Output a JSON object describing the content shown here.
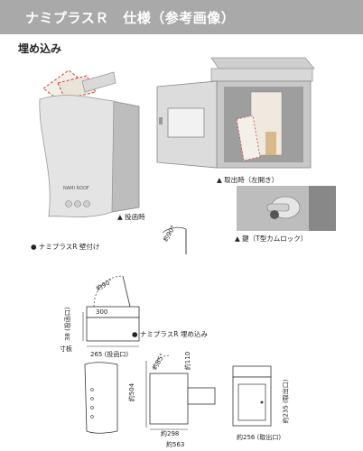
{
  "header": {
    "title": "ナミプラスＲ　仕様（参考画像）"
  },
  "section": {
    "title": "埋め込み"
  },
  "photos": {
    "door_open_caption": "▲ 取出時（左開き）",
    "open_caption": "▲ 投函時",
    "lock_caption": "▲ 鍵（T型カムロック）",
    "wall_caption": "● ナミプラスR  壁付け",
    "embed_caption": "● ナミプラスR  埋め込み",
    "angle_label": "約90°",
    "brand_label": "NAMI ROOF"
  },
  "drawing": {
    "angle1": "約90°",
    "width_300": "300",
    "height_38": "38 (投函口)",
    "side_label": "寸板",
    "depth_265": "265 (投函口)",
    "angle2": "約85°",
    "d_110": "約110",
    "h_504": "約504",
    "w_298": "約298",
    "w_563": "約563",
    "h_235": "約235 (取出口)",
    "w_256": "約256 (取出口)"
  },
  "colors": {
    "header_bg": "#a9a9a9",
    "header_text": "#ffffff"
  }
}
